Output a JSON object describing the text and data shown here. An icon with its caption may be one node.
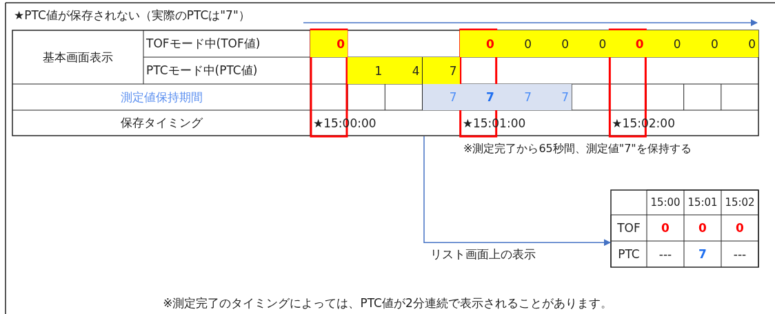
{
  "diagram": {
    "title": "★PTC値が保存されない（実際のPTCは\"7\"）",
    "nodes": [
      {
        "text": [],
        "shape": "box",
        "beside": [
          "※測定完了から65秒間、測定値\"7\"を保持する"
        ]
      },
      {
        "text": [],
        "shape": "box"
      }
    ],
    "edges": [
      {
        "from": 0,
        "to": 1,
        "arrow": "to",
        "label": "リスト画面上の表示"
      }
    ],
    "labels": [
      "基本画面表示",
      "TOFモード中(TOF値)",
      "0",
      "0",
      "0",
      "0",
      "0",
      "0",
      "0",
      "0",
      "0",
      "PTCモード中(PTC値)",
      "1",
      "4",
      "7",
      "測定値保持期間",
      "7",
      "7",
      "7",
      "7",
      "保存タイミング",
      "★15:00:00",
      "★15:01:00",
      "★15:02:00",
      "15:00",
      "15:01",
      "15:02",
      "TOF",
      "0",
      "0",
      "0",
      "PTC",
      "---",
      "7",
      "---",
      "※測定完了のタイミングによっては、PTC値が2分連続で表示されることがあります。"
    ]
  }
}
